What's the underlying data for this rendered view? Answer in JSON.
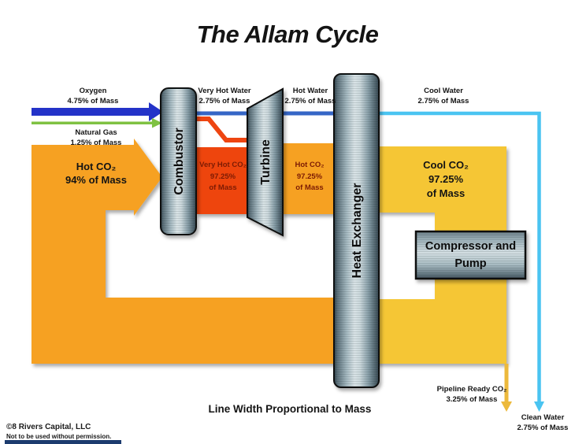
{
  "title": "The Allam Cycle",
  "footnote": "Line Width Proportional to Mass",
  "copyright": {
    "line1": "©8 Rivers Capital, LLC",
    "line2": "Not to be used without permission."
  },
  "components": {
    "combustor": "Combustor",
    "turbine": "Turbine",
    "heat_exchanger": "Heat Exchanger",
    "compressor": "Compressor and Pump"
  },
  "flows": {
    "oxygen": {
      "label": "Oxygen",
      "mass": "4.75% of Mass"
    },
    "natural_gas": {
      "label": "Natural Gas",
      "mass": "1.25% of Mass"
    },
    "hot_co2_main": {
      "label": "Hot CO₂",
      "mass": "94% of Mass"
    },
    "very_hot_water": {
      "label": "Very Hot Water",
      "mass": "2.75% of Mass"
    },
    "very_hot_co2": {
      "label": "Very Hot CO₂",
      "pct": "97.25%",
      "mass": "of Mass"
    },
    "hot_water": {
      "label": "Hot Water",
      "mass": "2.75% of Mass"
    },
    "hot_co2": {
      "label": "Hot CO₂",
      "pct": "97.25%",
      "mass": "of Mass"
    },
    "cool_water": {
      "label": "Cool Water",
      "mass": "2.75% of Mass"
    },
    "cool_co2": {
      "label": "Cool CO₂",
      "pct": "97.25%",
      "mass": "of Mass"
    },
    "pipeline_co2": {
      "label": "Pipeline Ready CO₂",
      "mass": "3.25% of Mass"
    },
    "clean_water": {
      "label": "Clean Water",
      "mass": "2.75% of Mass"
    }
  },
  "colors": {
    "hot_co2_orange": "#F6A120",
    "cool_co2_yellow": "#F5C636",
    "very_hot_co2_red": "#EE4511",
    "water_blue": "#3566C6",
    "water_cyan": "#4AC4F1",
    "oxygen_blue": "#2433C8",
    "natural_gas_green": "#7FC242",
    "pipeline_gold": "#ECB93C",
    "metal_light": "#D9E3E6",
    "metal_dark": "#33434C",
    "co2_label_maroon": "#7C1B04",
    "footer_navy": "#1C3B6E"
  }
}
